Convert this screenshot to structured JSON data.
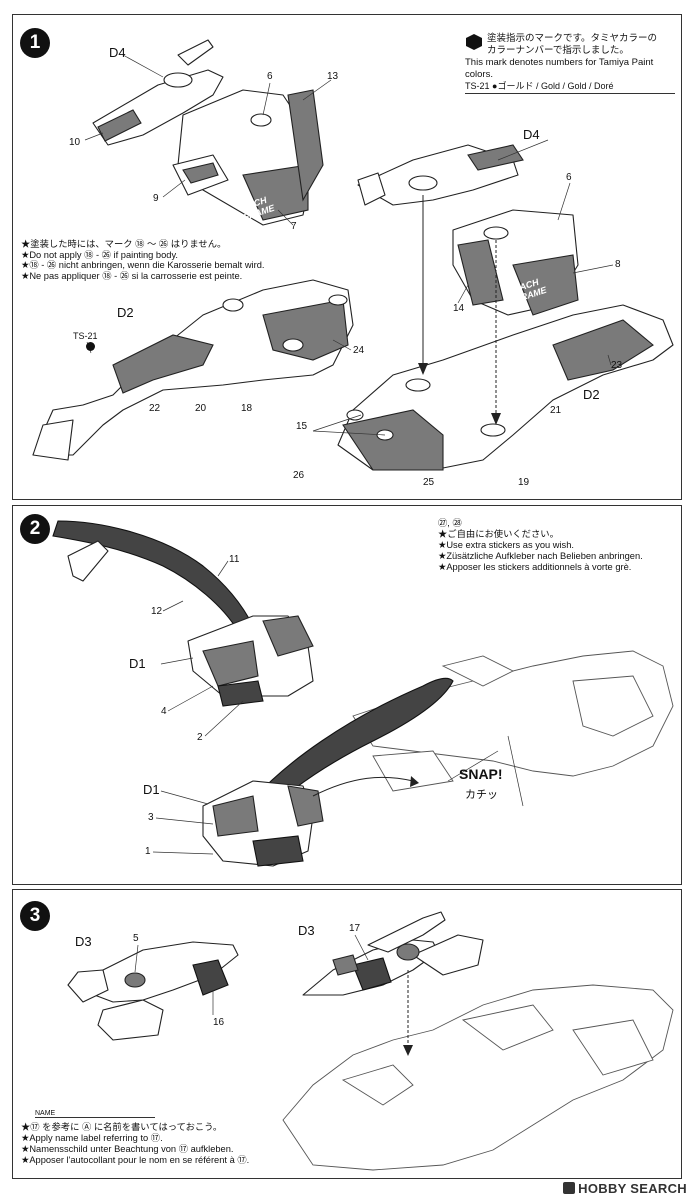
{
  "step1": {
    "number": "1",
    "paint_note": {
      "jp": "塗装指示のマークです。タミヤカラーのカラーナンバーで指示しました。",
      "jp_line1": "塗装指示のマークです。タミヤカラーの",
      "jp_line2": "カラーナンバーで指示しました。",
      "en_line1": "This mark denotes numbers for Tamiya Paint",
      "en_line2": "colors.",
      "color_code": "TS-21",
      "color_names": "ゴールド / Gold / Gold / Doré"
    },
    "body_note": [
      "★塗装した時には、マーク ⑱ 〜 ㉖ はりません。",
      "★Do not apply ⑱ - ㉖ if painting body.",
      "★⑱ - ㉖ nicht anbringen, wenn die Karosserie bemalt wird.",
      "★Ne pas appliquer ⑱ - ㉖ si la carrosserie est peinte."
    ],
    "labels": {
      "d4_a": "D4",
      "d4_b": "D4",
      "d2_a": "D2",
      "d2_b": "D2",
      "ts21": "TS-21",
      "n6a": "6",
      "n13": "13",
      "n10": "10",
      "n9": "9",
      "n7": "7",
      "n6b": "6",
      "n8": "8",
      "n14": "14",
      "n23": "23",
      "n24": "24",
      "n22": "22",
      "n20": "20",
      "n18": "18",
      "n21": "21",
      "n15": "15",
      "n26": "26",
      "n25": "25",
      "n19": "19"
    },
    "decal_text": "MACH FRAME"
  },
  "step2": {
    "number": "2",
    "sticker_note": [
      "㉗, ㉘",
      "★ご自由にお使いください。",
      "★Use extra stickers as you wish.",
      "★Züsätzliche Aufkleber nach Belieben anbringen.",
      "★Apposer les stickers additionnels à vorte grè."
    ],
    "labels": {
      "d1_a": "D1",
      "d1_b": "D1",
      "n11": "11",
      "n12": "12",
      "n4": "4",
      "n2": "2",
      "n3": "3",
      "n1": "1",
      "snap": "SNAP!",
      "snap_jp": "カチッ"
    }
  },
  "step3": {
    "number": "3",
    "labels": {
      "d3_a": "D3",
      "d3_b": "D3",
      "n5": "5",
      "n16": "16",
      "n17": "17"
    },
    "name_label": "NAME",
    "name_note": [
      "★⑰ を参考に Ⓐ に名前を書いてはっておこう。",
      "★Apply name label referring to ⑰.",
      "★Namensschild unter Beachtung von ⑰ aufkleben.",
      "★Apposer l'autocollant pour le nom en se référent à ⑰."
    ]
  },
  "watermark": "HOBBY SEARCH",
  "colors": {
    "ink": "#111111",
    "gray_part": "#7a7a7a",
    "dark_part": "#444444"
  }
}
